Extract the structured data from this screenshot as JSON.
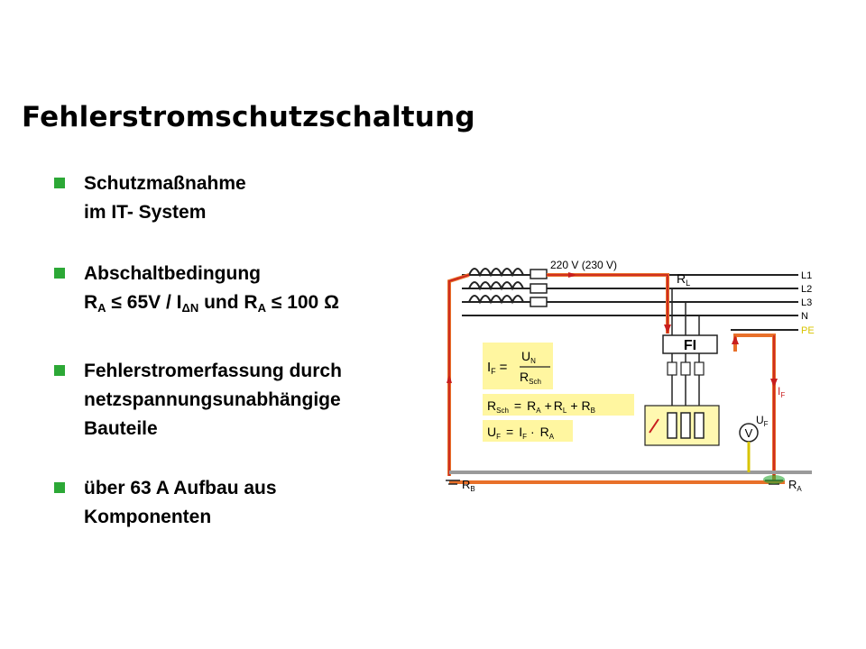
{
  "title": "Fehlerstromschutzschaltung",
  "bullets": {
    "b1": {
      "line1": "Schutzmaßnahme",
      "line2": "im IT- System"
    },
    "b2": {
      "line1": "Abschaltbedingung",
      "r": "R",
      "a": "A",
      "le1": "≤",
      "v65": "65V /",
      "i": "I",
      "dn": "ΔN",
      "und": "und",
      "r2": "R",
      "a2": "A",
      "le2": "≤",
      "v100": "100",
      "ohm": "Ω"
    },
    "b3": {
      "line1": "Fehlerstromerfassung durch",
      "line2": "netzspannungsunabhängige",
      "line3": "Bauteile"
    },
    "b4": {
      "line1": "über 63 A Aufbau aus",
      "line2": "Komponenten"
    }
  },
  "diagram": {
    "voltage": "220 V (230 V)",
    "L1": "L1",
    "L2": "L2",
    "L3": "L3",
    "N": "N",
    "PE": "PE",
    "RL": "R",
    "RL_sub": "L",
    "FI": "FI",
    "IF_label": "I",
    "IF_sub": "F",
    "V": "V",
    "UF": "U",
    "UF_sub": "F",
    "RB": "R",
    "RB_sub": "B",
    "RA": "R",
    "RA_sub": "A",
    "formula1": {
      "lhs": "I",
      "lhs_sub": "F",
      "eq": "=",
      "num": "U",
      "num_sub": "N",
      "den": "R",
      "den_sub": "Sch"
    },
    "formula2": {
      "text": "R",
      "sch": "Sch",
      "eq": "=",
      "ra": "R",
      "ra_sub": "A",
      "plus1": "+",
      "rl": "R",
      "rl_sub": "L",
      "plus2": "+",
      "rb": "R",
      "rb_sub": "B"
    },
    "formula3": {
      "uf": "U",
      "uf_sub": "F",
      "eq": "=",
      "if": "I",
      "if_sub": "F",
      "dot": "·",
      "ra": "R",
      "ra_sub": "A"
    }
  },
  "colors": {
    "bullet": "#2ca836",
    "orange": "#e8702a",
    "red": "#c81e1e",
    "formula_bg": "#fff6a0",
    "green": "#2ca836"
  }
}
